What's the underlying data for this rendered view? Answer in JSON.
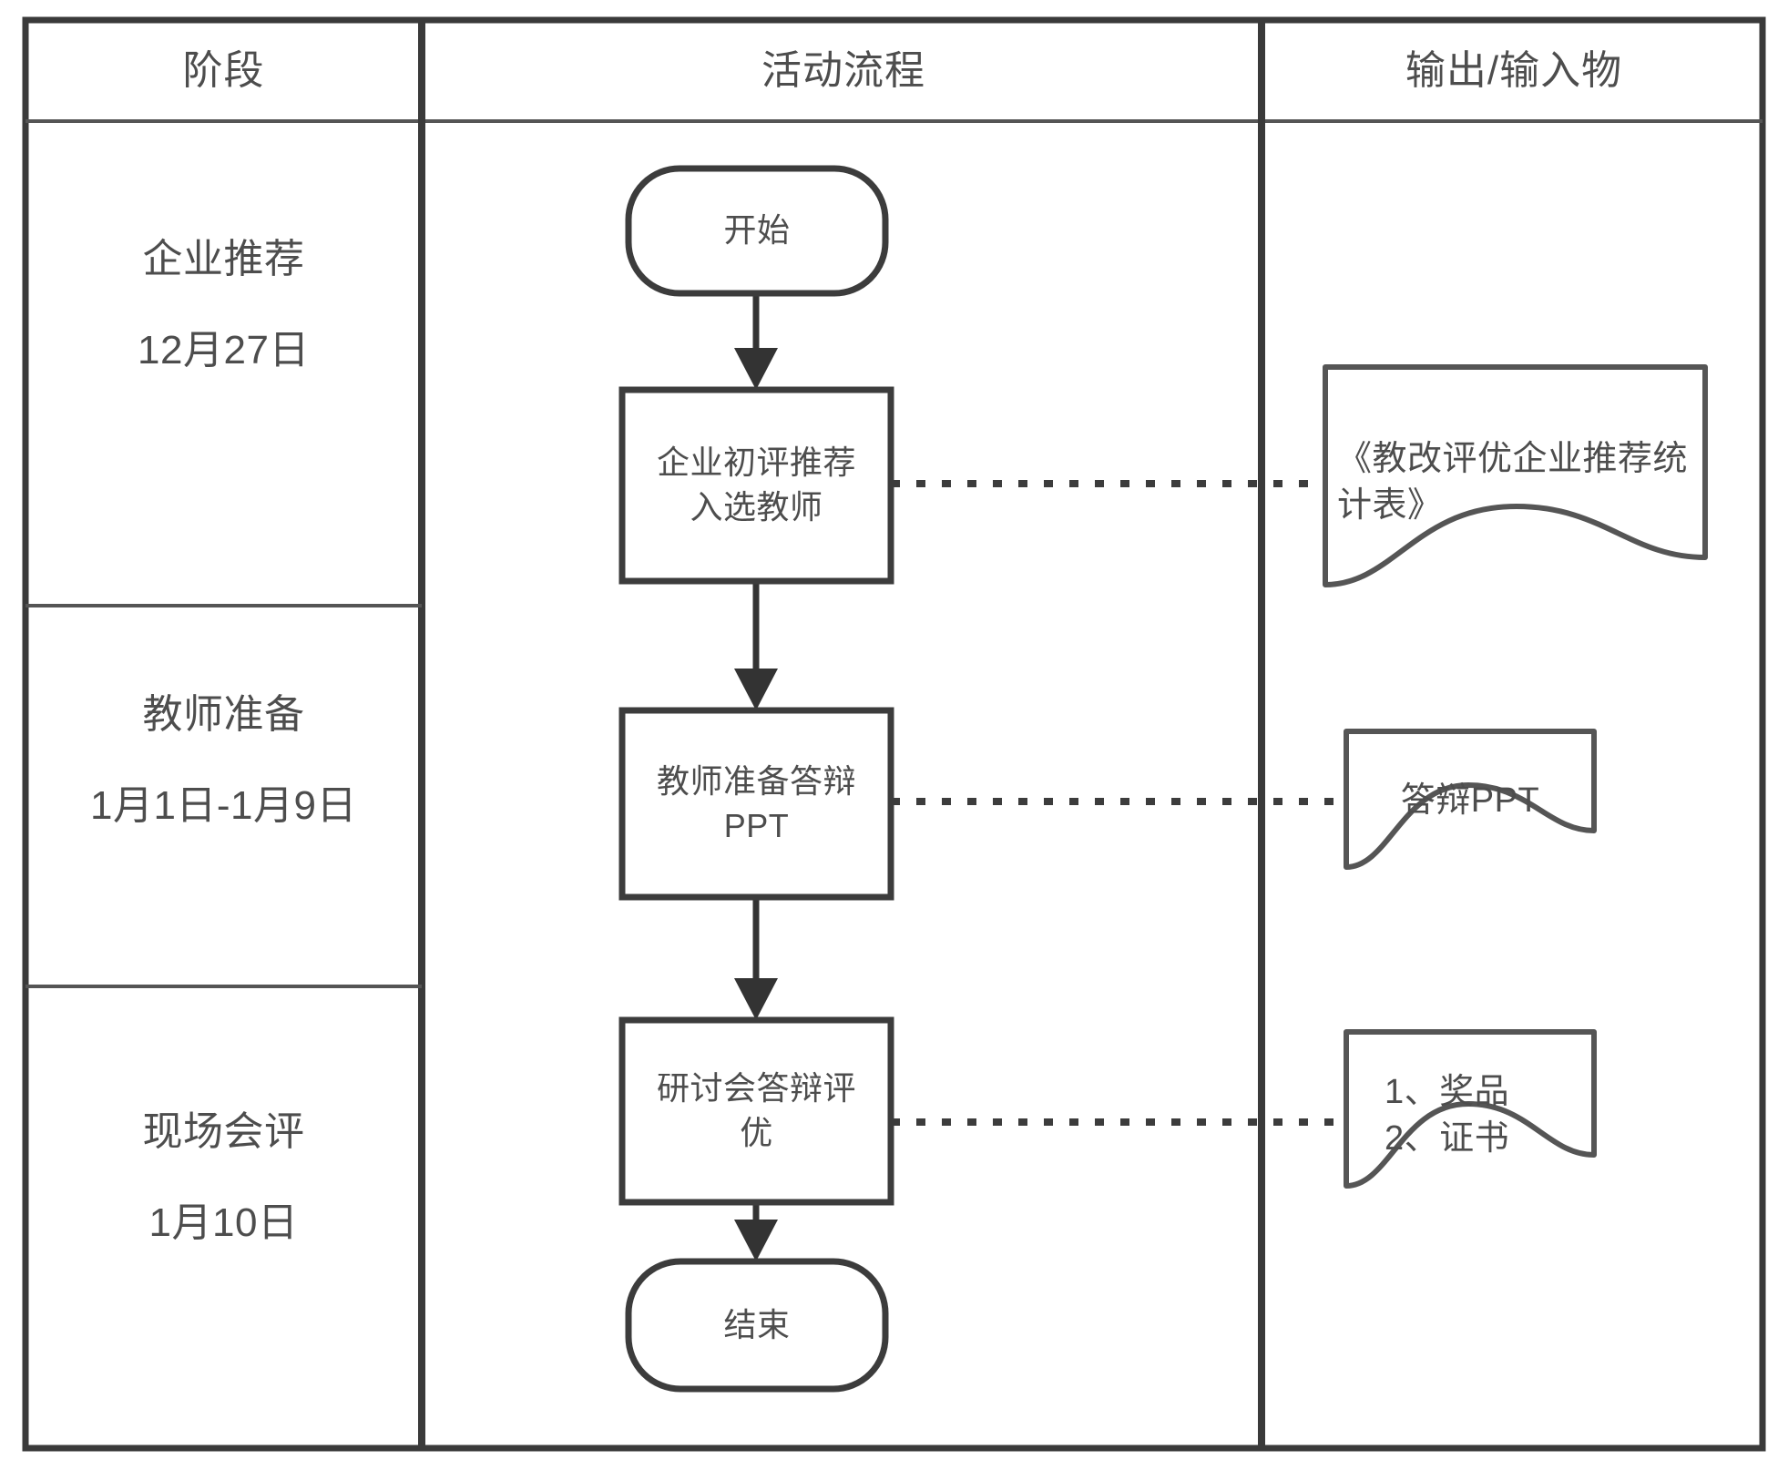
{
  "diagram": {
    "type": "cross-functional-flowchart",
    "title_present": false,
    "colors": {
      "background": "#ffffff",
      "border": "#3a3a3a",
      "inner_line": "#555555",
      "shape_stroke": "#3c3c3c",
      "doc_stroke": "#555555",
      "text": "#4d4d4d",
      "arrow_fill": "#333333"
    }
  },
  "columns": [
    {
      "id": "stage",
      "header": "阶段"
    },
    {
      "id": "activity",
      "header": "活动流程"
    },
    {
      "id": "io",
      "header": "输出/输入物"
    }
  ],
  "stages": [
    {
      "name": "企业推荐",
      "date": "12月27日"
    },
    {
      "name": "教师准备",
      "date": "1月1日-1月9日"
    },
    {
      "name": "现场会评",
      "date": "1月10日"
    }
  ],
  "flow_nodes": [
    {
      "id": "start",
      "shape": "terminator",
      "label": "开始"
    },
    {
      "id": "step1",
      "shape": "process",
      "label": "企业初评推荐\n入选教师"
    },
    {
      "id": "step2",
      "shape": "process",
      "label": "教师准备答辩\nPPT"
    },
    {
      "id": "step3",
      "shape": "process",
      "label": "研讨会答辩评\n优"
    },
    {
      "id": "end",
      "shape": "terminator",
      "label": "结束"
    }
  ],
  "flow_arrows": [
    {
      "from": "start",
      "to": "step1",
      "style": "solid-arrow"
    },
    {
      "from": "step1",
      "to": "step2",
      "style": "solid-arrow"
    },
    {
      "from": "step2",
      "to": "step3",
      "style": "solid-arrow"
    },
    {
      "from": "step3",
      "to": "end",
      "style": "solid-arrow"
    }
  ],
  "documents": [
    {
      "id": "doc1",
      "shape": "document",
      "label": "《教改评优企业推荐统\n计表》",
      "linked_to": "step1",
      "link_style": "dotted"
    },
    {
      "id": "doc2",
      "shape": "document",
      "label": "答辩PPT",
      "linked_to": "step2",
      "link_style": "dotted"
    },
    {
      "id": "doc3",
      "shape": "document",
      "label": "1、奖品\n2、证书",
      "linked_to": "step3",
      "link_style": "dotted"
    }
  ]
}
